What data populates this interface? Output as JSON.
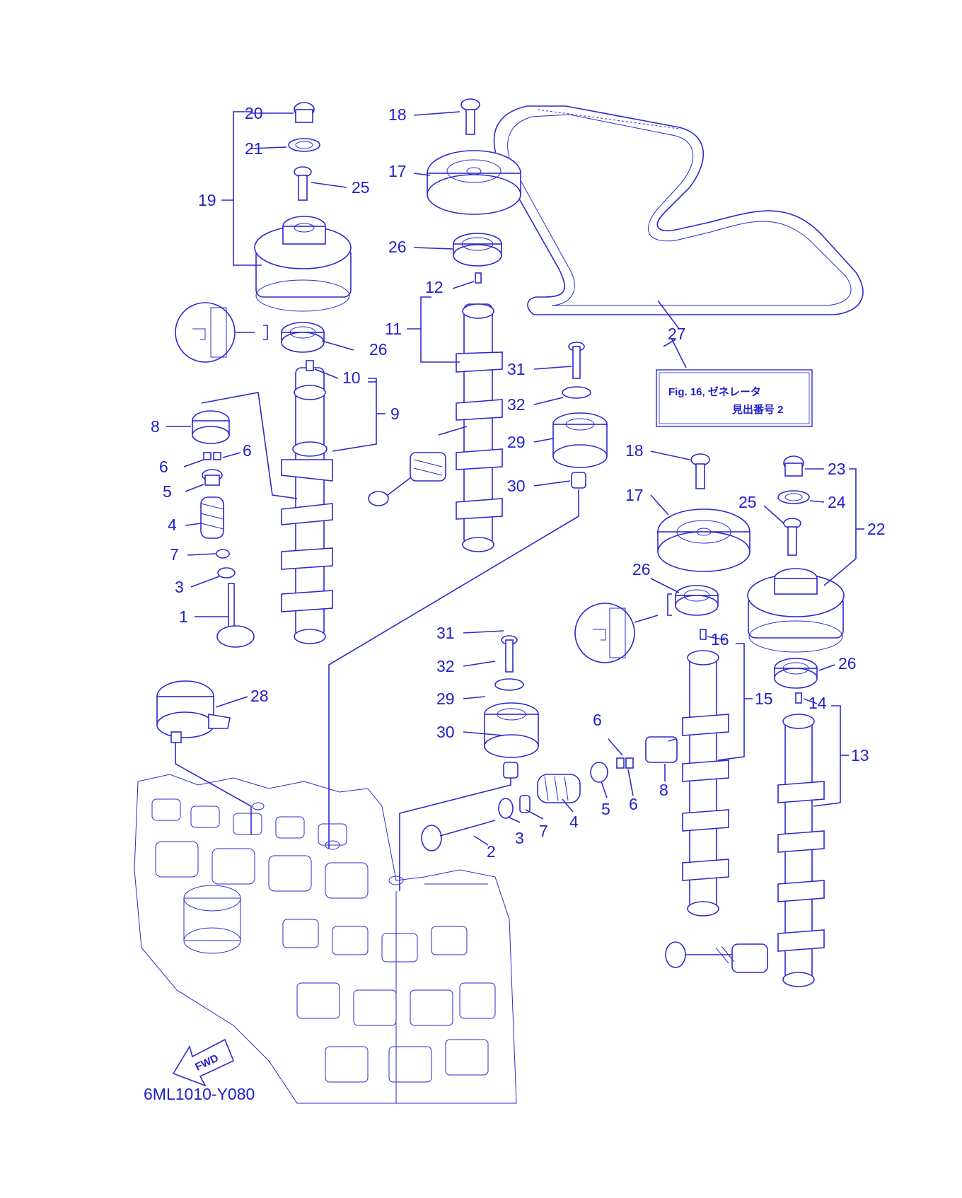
{
  "diagram": {
    "drawing_number": "6ML1010-Y080",
    "fwd_label": "FWD",
    "reference_box": {
      "line1": "Fig. 16, ゼネレータ",
      "line2": "見出番号 2"
    },
    "callouts": [
      {
        "num": "20"
      },
      {
        "num": "21"
      },
      {
        "num": "25"
      },
      {
        "num": "19"
      },
      {
        "num": "18"
      },
      {
        "num": "17"
      },
      {
        "num": "26"
      },
      {
        "num": "12"
      },
      {
        "num": "11"
      },
      {
        "num": "26"
      },
      {
        "num": "10"
      },
      {
        "num": "9"
      },
      {
        "num": "8"
      },
      {
        "num": "6"
      },
      {
        "num": "6"
      },
      {
        "num": "5"
      },
      {
        "num": "4"
      },
      {
        "num": "7"
      },
      {
        "num": "3"
      },
      {
        "num": "1"
      },
      {
        "num": "27"
      },
      {
        "num": "31"
      },
      {
        "num": "32"
      },
      {
        "num": "29"
      },
      {
        "num": "30"
      },
      {
        "num": "18"
      },
      {
        "num": "17"
      },
      {
        "num": "23"
      },
      {
        "num": "24"
      },
      {
        "num": "25"
      },
      {
        "num": "22"
      },
      {
        "num": "26"
      },
      {
        "num": "16"
      },
      {
        "num": "15"
      },
      {
        "num": "26"
      },
      {
        "num": "14"
      },
      {
        "num": "13"
      },
      {
        "num": "31"
      },
      {
        "num": "32"
      },
      {
        "num": "29"
      },
      {
        "num": "30"
      },
      {
        "num": "28"
      },
      {
        "num": "6"
      },
      {
        "num": "6"
      },
      {
        "num": "8"
      },
      {
        "num": "5"
      },
      {
        "num": "4"
      },
      {
        "num": "7"
      },
      {
        "num": "3"
      },
      {
        "num": "2"
      }
    ]
  },
  "colors": {
    "ink": "#1f1fcc",
    "background": "#ffffff"
  }
}
